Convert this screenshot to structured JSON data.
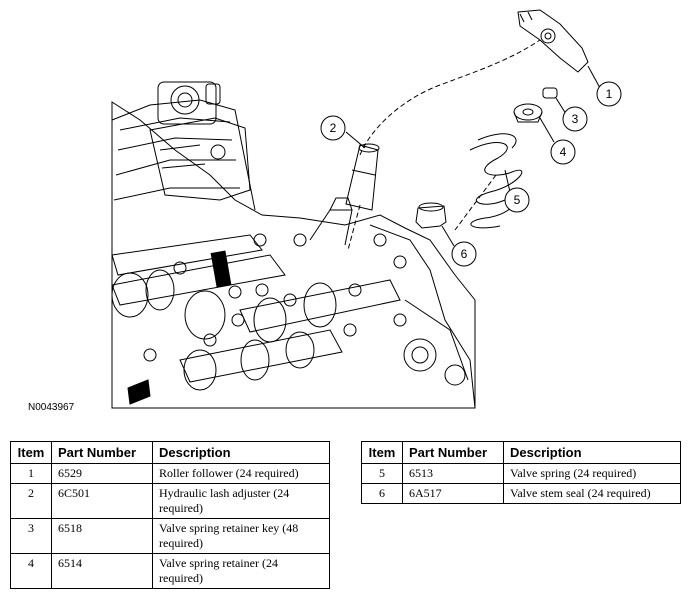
{
  "figure": {
    "id": "N0043967",
    "callouts": [
      "1",
      "2",
      "3",
      "4",
      "5",
      "6"
    ]
  },
  "tables": {
    "headers": {
      "item": "Item",
      "part_number": "Part Number",
      "description": "Description"
    },
    "left": [
      {
        "item": "1",
        "part_number": "6529",
        "description": "Roller follower (24 required)"
      },
      {
        "item": "2",
        "part_number": "6C501",
        "description": "Hydraulic lash adjuster (24 required)"
      },
      {
        "item": "3",
        "part_number": "6518",
        "description": "Valve spring retainer key (48 required)"
      },
      {
        "item": "4",
        "part_number": "6514",
        "description": "Valve spring retainer (24 required)"
      }
    ],
    "right": [
      {
        "item": "5",
        "part_number": "6513",
        "description": "Valve spring (24 required)"
      },
      {
        "item": "6",
        "part_number": "6A517",
        "description": "Valve stem seal (24 required)"
      }
    ]
  }
}
